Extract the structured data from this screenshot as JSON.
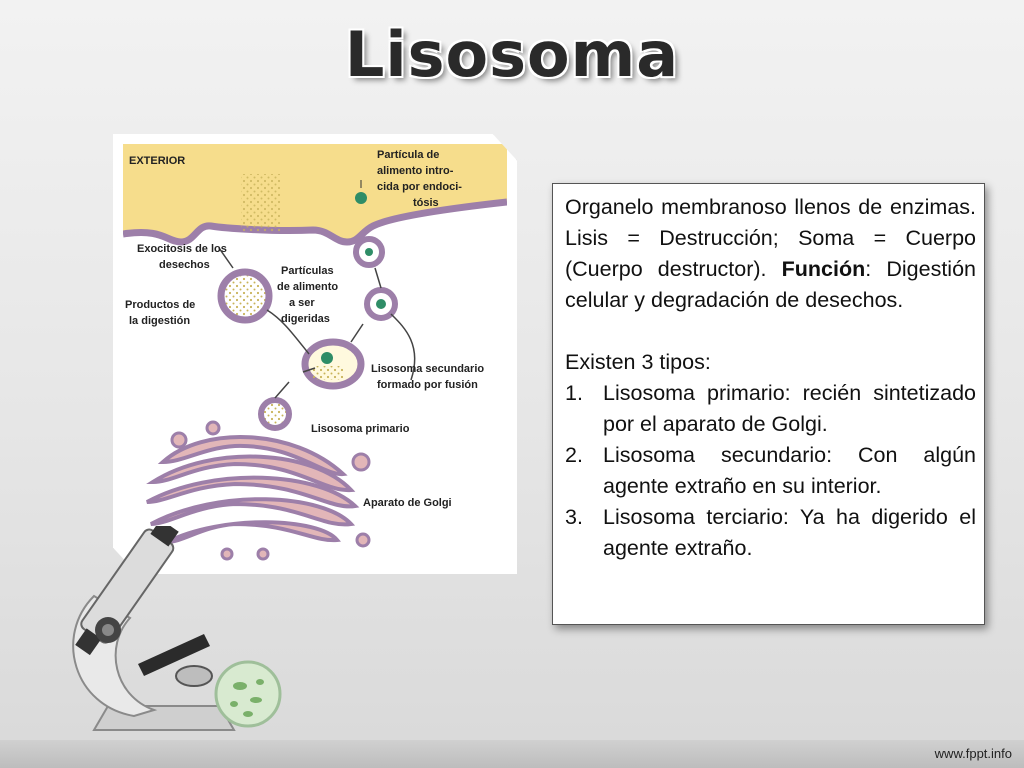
{
  "title": "Lisosoma",
  "diagram": {
    "exterior": "EXTERIOR",
    "particula": [
      "Partícula de",
      "alimento intro-",
      "cida por endoci-",
      "tósis"
    ],
    "exocitosis": [
      "Exocitosis de los",
      "desechos"
    ],
    "particulas": [
      "Partículas",
      "de alimento",
      "a ser",
      "digeridas"
    ],
    "productos": [
      "Productos de",
      "la digestión"
    ],
    "secundario": [
      "Lisosoma secundario",
      "formado por fusión"
    ],
    "primario": "Lisosoma primario",
    "golgi": "Aparato de Golgi"
  },
  "text": {
    "intro_1": "Organelo membranoso llenos de enzimas. Lisis = Destrucción; Soma = Cuerpo (Cuerpo destructor). ",
    "funcion_label": "Función",
    "intro_2": ": Digestión celular y degradación de desechos.",
    "tipos_heading": "Existen 3 tipos:",
    "tipos": [
      {
        "num": "1.",
        "text": "Lisosoma primario: recién sintetizado por el aparato de Golgi."
      },
      {
        "num": "2.",
        "text": "Lisosoma secundario: Con algún agente extraño en su interior."
      },
      {
        "num": "3.",
        "text": "Lisosoma terciario: Ya ha digerido el agente extraño."
      }
    ]
  },
  "footer": {
    "brand": "www.fppt.info"
  },
  "colors": {
    "exterior_fill": "#f6dd8c",
    "membrane": "#9d7fa9",
    "cytoplasm": "#ffffff",
    "golgi_fill": "#e2b6b8",
    "particle_green": "#2f8d67",
    "dots": "#c8b35a"
  },
  "icons": [
    "microscope-icon",
    "petri-dish-icon"
  ]
}
